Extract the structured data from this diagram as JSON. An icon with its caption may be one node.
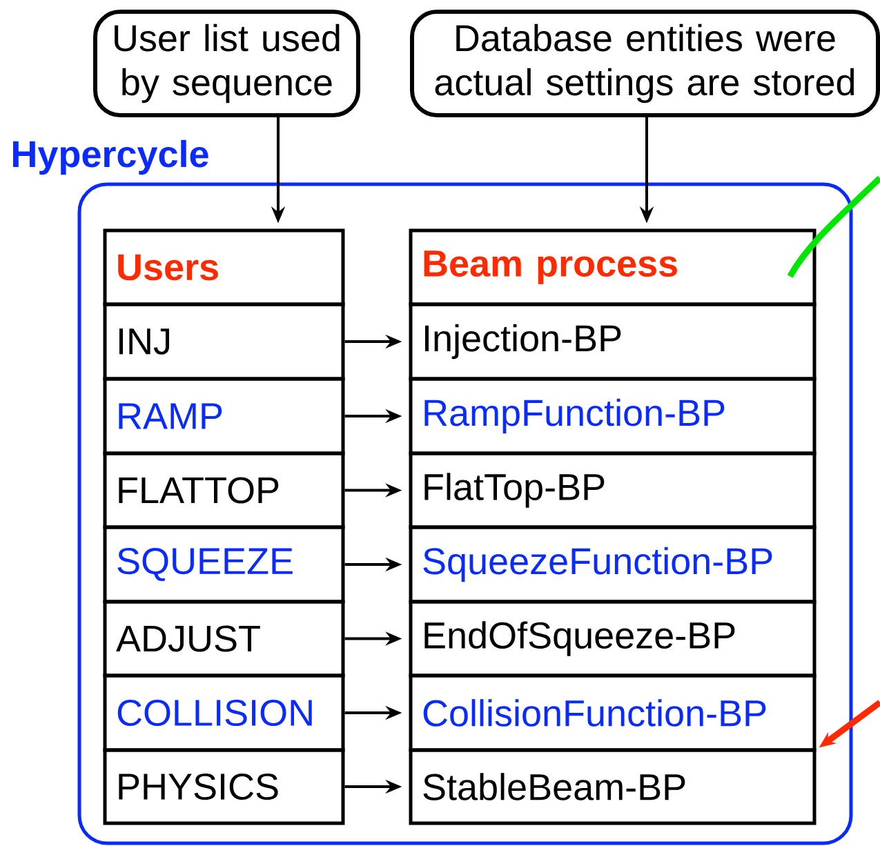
{
  "diagram": {
    "nodes": [
      {
        "text": [
          "User list used by sequence"
        ]
      },
      {
        "text": [
          "Database entities were actual settings are stored"
        ]
      },
      {
        "text": [
          "Hypercycle"
        ]
      },
      {
        "text": [
          "Users"
        ],
        "in": 2
      },
      {
        "text": [
          "INJ"
        ],
        "in": 2
      },
      {
        "text": [
          "RAMP"
        ],
        "in": 2
      },
      {
        "text": [
          "FLATTOP"
        ],
        "in": 2
      },
      {
        "text": [
          "SQUEEZE"
        ],
        "in": 2
      },
      {
        "text": [
          "ADJUST"
        ],
        "in": 2
      },
      {
        "text": [
          "COLLISION"
        ],
        "in": 2
      },
      {
        "text": [
          "PHYSICS"
        ],
        "in": 2
      },
      {
        "text": [
          "Beam process"
        ],
        "in": 2
      },
      {
        "text": [
          "Injection-BP"
        ],
        "in": 2
      },
      {
        "text": [
          "RampFunction-BP"
        ],
        "in": 2
      },
      {
        "text": [
          "FlatTop-BP"
        ],
        "in": 2
      },
      {
        "text": [
          "SqueezeFunction-BP"
        ],
        "in": 2
      },
      {
        "text": [
          "EndOfSqueeze-BP"
        ],
        "in": 2
      },
      {
        "text": [
          "CollisionFunction-BP"
        ],
        "in": 2
      },
      {
        "text": [
          "StableBeam-BP"
        ],
        "in": 2
      }
    ],
    "edges": [
      {
        "from": 0,
        "to": 3,
        "arrow": "to"
      },
      {
        "from": 1,
        "to": 11,
        "arrow": "to"
      },
      {
        "from": 4,
        "to": 12,
        "arrow": "to"
      },
      {
        "from": 5,
        "to": 13,
        "arrow": "to"
      },
      {
        "from": 6,
        "to": 14,
        "arrow": "to"
      },
      {
        "from": 7,
        "to": 15,
        "arrow": "to"
      },
      {
        "from": 8,
        "to": 16,
        "arrow": "to"
      },
      {
        "from": 9,
        "to": 17,
        "arrow": "to"
      },
      {
        "from": 10,
        "to": 18,
        "arrow": "to"
      },
      {
        "from": null,
        "to": 11,
        "arrow": "none",
        "style": "thick",
        "color": "#00e600"
      },
      {
        "from": null,
        "to": 17,
        "arrow": "to",
        "style": "thick",
        "color": "#ff2a00"
      }
    ]
  }
}
